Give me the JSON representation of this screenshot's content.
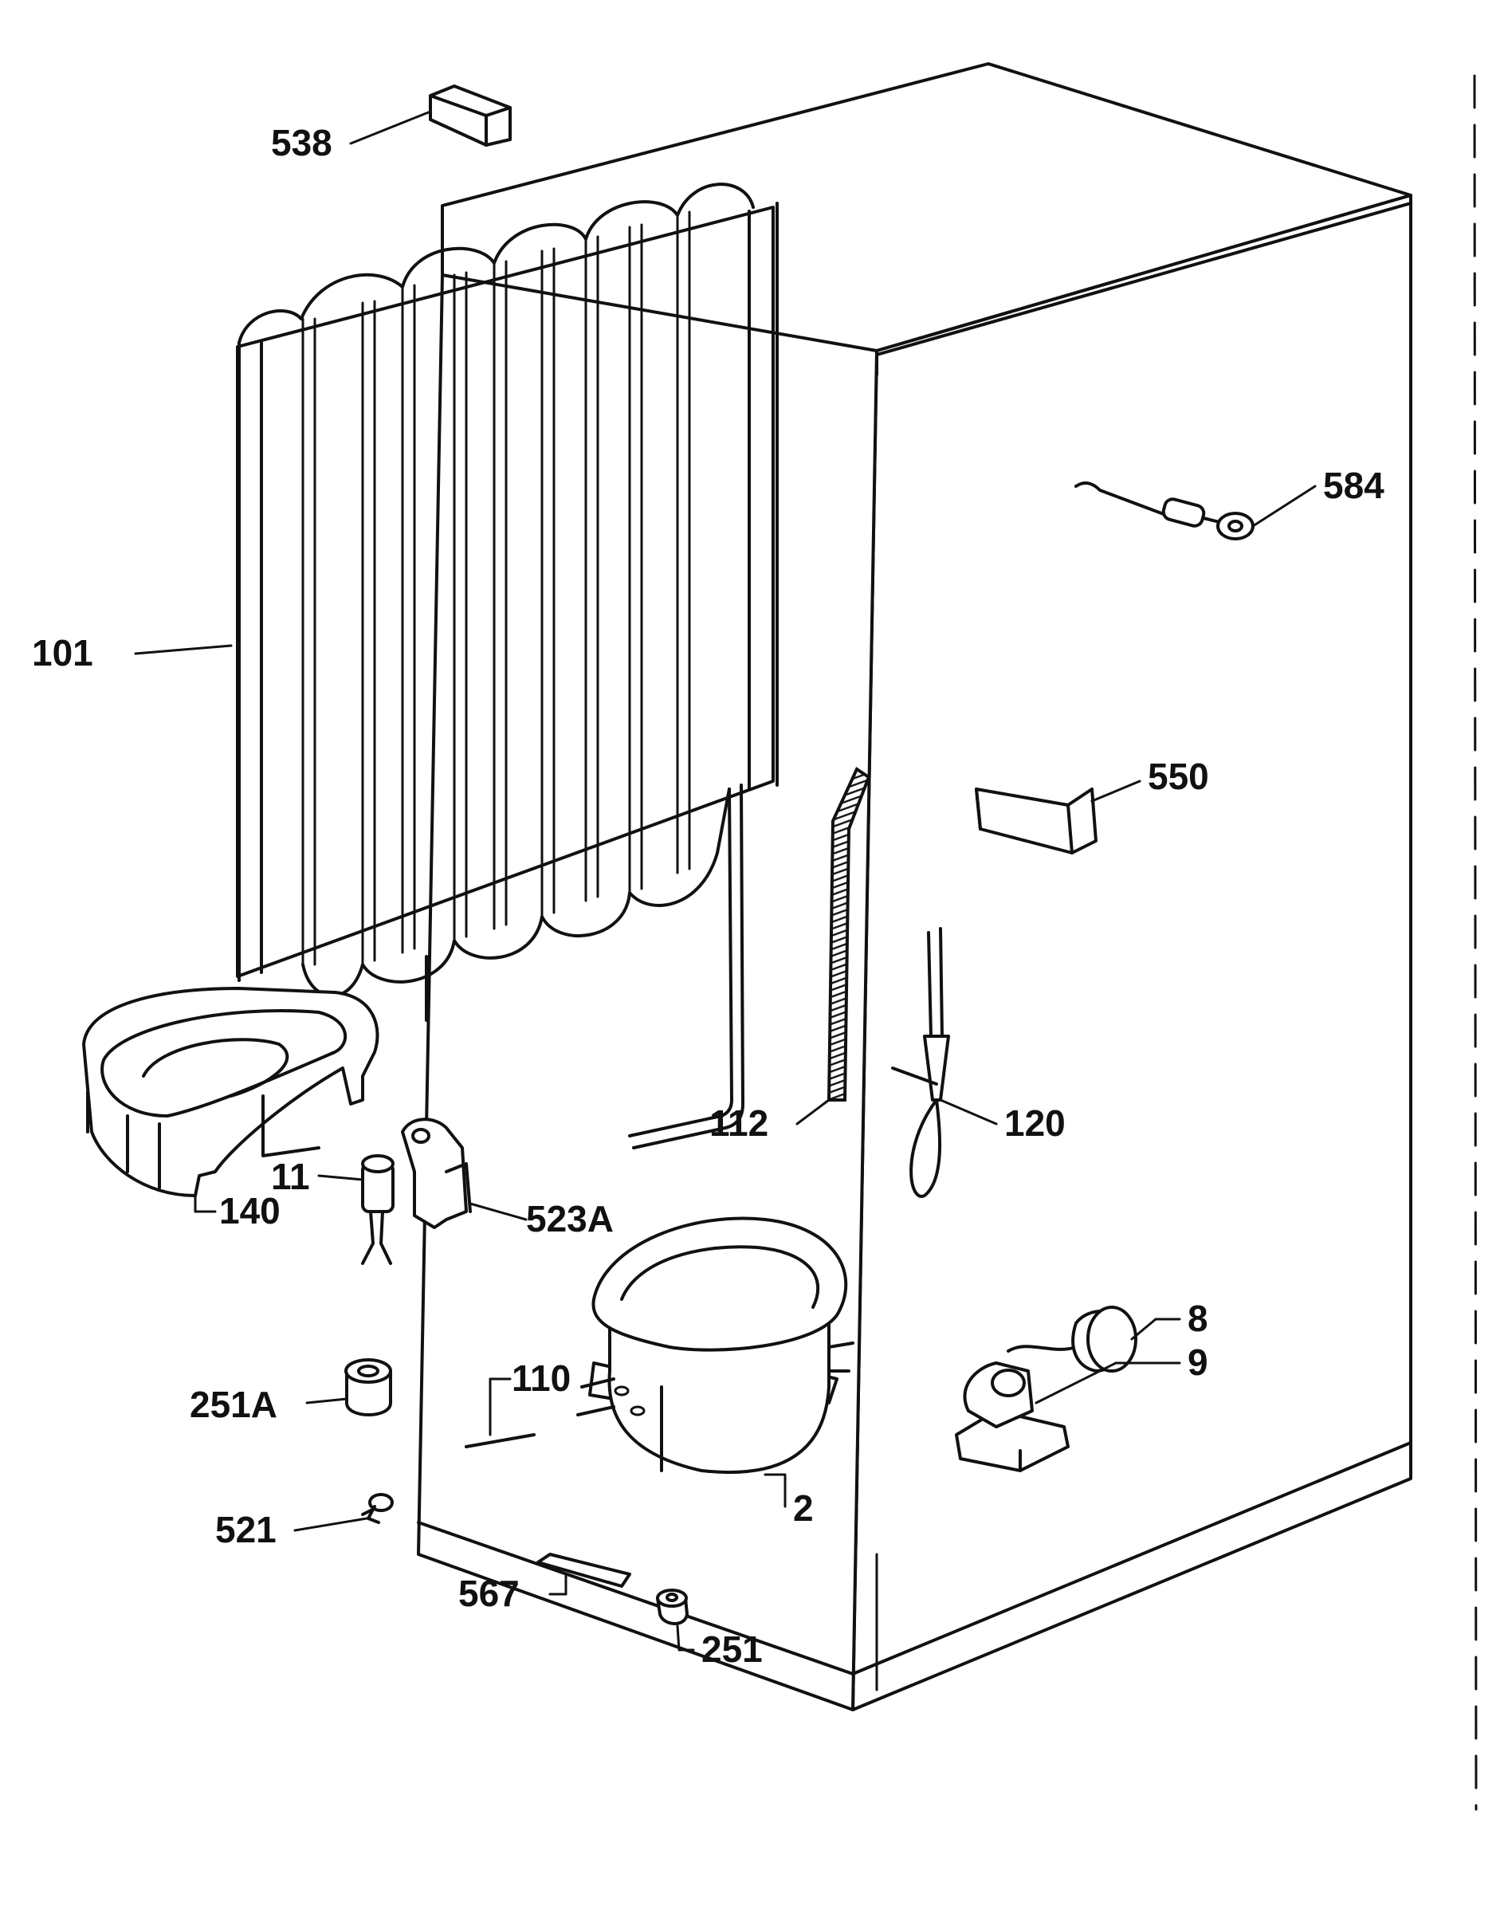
{
  "diagram": {
    "labels": {
      "p538": "538",
      "p584": "584",
      "p101": "101",
      "p550": "550",
      "p112": "112",
      "p120": "120",
      "p140": "140",
      "p11": "11",
      "p523a": "523A",
      "p8": "8",
      "p9": "9",
      "p251a": "251A",
      "p110": "110",
      "p2": "2",
      "p521": "521",
      "p567": "567",
      "p251": "251"
    },
    "colors": {
      "ink": "#111111",
      "paper": "#ffffff"
    }
  }
}
